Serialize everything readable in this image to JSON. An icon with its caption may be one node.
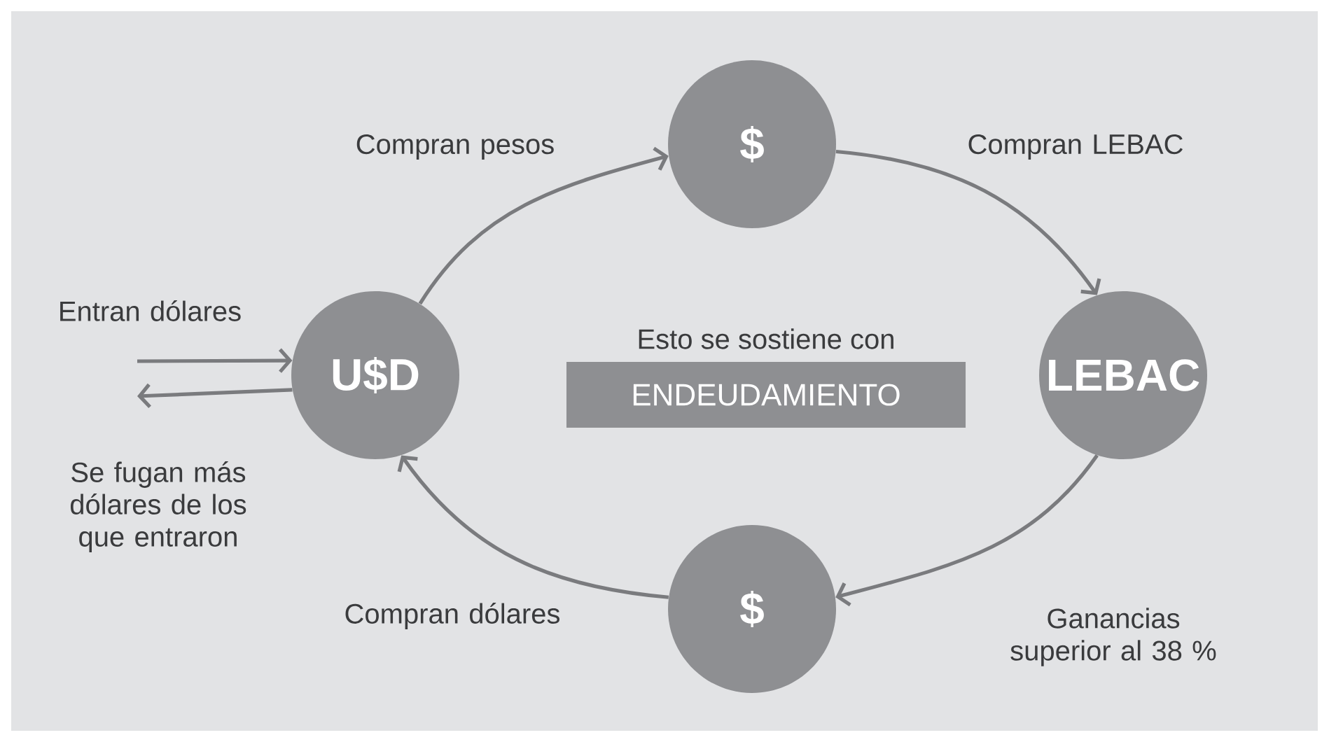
{
  "diagram": {
    "nodes": [
      {
        "text": [
          "U$D"
        ]
      },
      {
        "text": [
          "$"
        ]
      },
      {
        "text": [
          "LEBAC"
        ]
      },
      {
        "text": [
          "$"
        ]
      },
      {
        "text": [
          "Esto se sostiene con",
          "ENDEUDAMIENTO"
        ]
      }
    ],
    "edges": [
      {
        "from": null,
        "to": 0,
        "arrow": "to",
        "label": "Entran dólares"
      },
      {
        "from": 0,
        "to": null,
        "arrow": "to",
        "label": "Se fugan más dólares de los que entraron"
      },
      {
        "from": 0,
        "to": 1,
        "arrow": "to",
        "label": "Compran pesos"
      },
      {
        "from": 1,
        "to": 2,
        "arrow": "to",
        "label": "Compran LEBAC"
      },
      {
        "from": 2,
        "to": 3,
        "arrow": "to",
        "label": "Ganancias superior al 38 %"
      },
      {
        "from": 3,
        "to": 0,
        "arrow": "to",
        "label": "Compran dólares"
      }
    ]
  }
}
